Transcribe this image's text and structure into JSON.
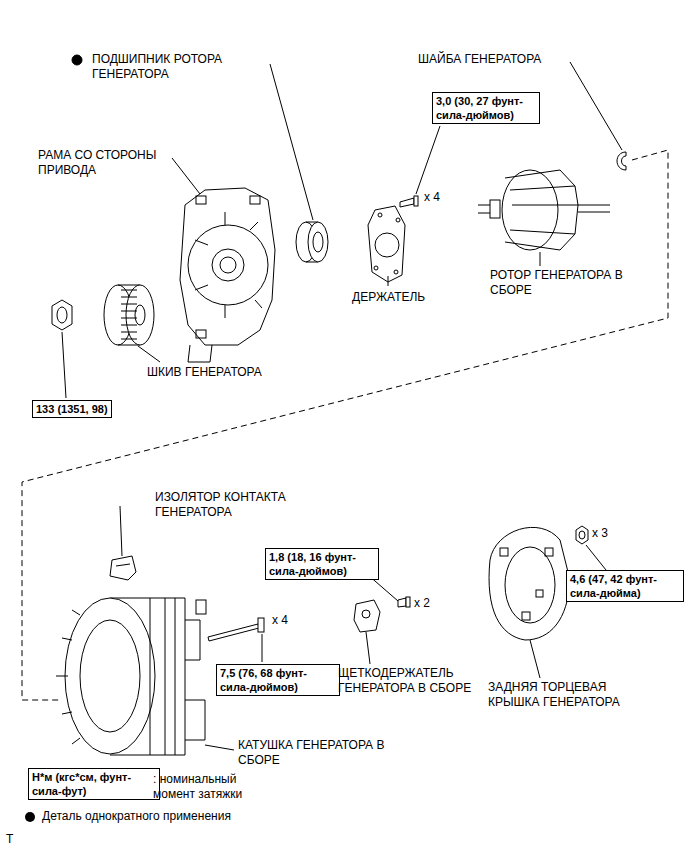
{
  "diagram": {
    "nodes": [
      {
        "text": [
          "3,0 (30, 27 фунт-сила-дюймов)"
        ]
      },
      {
        "text": [
          "133 (1351, 98)"
        ]
      },
      {
        "text": [
          "1,8 (18, 16 фунт-сила-дюймов)"
        ]
      },
      {
        "text": [
          "4,6 (47, 42 фунт-сила-дюйма)"
        ]
      },
      {
        "text": [
          "7,5 (76, 68 фунт-сила-дюймов)"
        ]
      },
      {
        "text": [
          "Н*м (кгс*см, фунт-сила-фут)"
        ]
      }
    ],
    "edges": [],
    "labels": [
      "ПОДШИПНИК РОТОРА ГЕНЕРАТОРА",
      "ШАЙБА ГЕНЕРАТОРА",
      "РАМА СО СТОРОНЫ ПРИВОДА",
      "x 4",
      "РОТОР ГЕНЕРАТОРА В СБОРЕ",
      "ДЕРЖАТЕЛЬ",
      "ШКИВ ГЕНЕРАТОРА",
      "ИЗОЛЯТОР КОНТАКТА ГЕНЕРАТОРА",
      "x 2",
      "x 3",
      "x 4",
      "ЩЕТКОДЕРЖАТЕЛЬ ГЕНЕРАТОРА В СБОРЕ",
      "ЗАДНЯЯ ТОРЦЕВАЯ КРЫШКА ГЕНЕРАТОРА",
      "КАТУШКА ГЕНЕРАТОРА В СБОРЕ",
      ": номинальный момент затяжки",
      "T"
    ],
    "legend": [
      {
        "text": "Деталь однократного применения"
      }
    ]
  }
}
